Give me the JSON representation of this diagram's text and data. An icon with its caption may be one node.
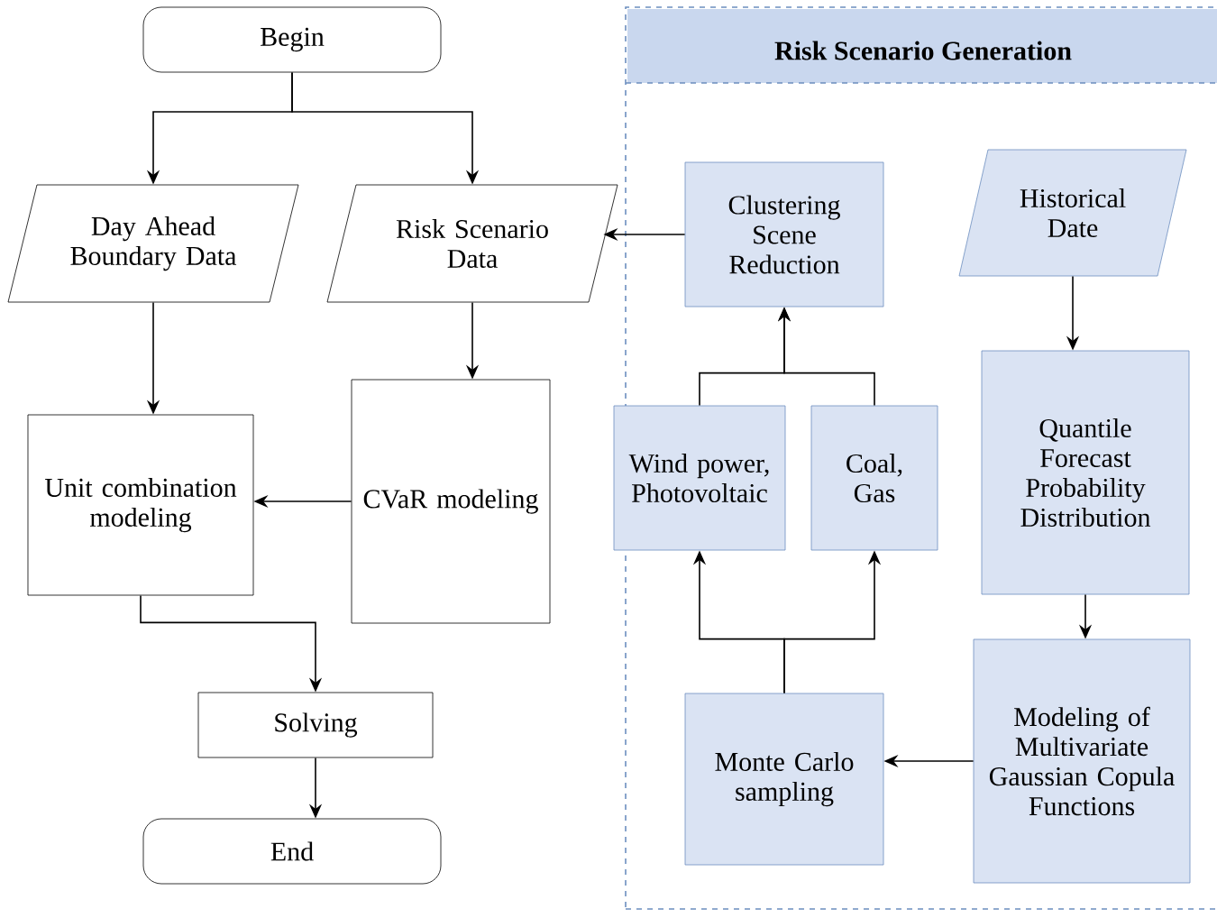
{
  "diagram": {
    "nodes": [
      {
        "text": [
          "Begin"
        ]
      },
      {
        "text": [
          "Day Ahead Boundary Data"
        ]
      },
      {
        "text": [
          "Risk Scenario Data"
        ]
      },
      {
        "text": [
          "Unit combination modeling"
        ]
      },
      {
        "text": [
          "CVaR modeling"
        ]
      },
      {
        "text": [
          "Solving"
        ]
      },
      {
        "text": [
          "End"
        ]
      },
      {
        "text": [
          "Risk Scenario Generation"
        ]
      },
      {
        "text": [
          "Clustering Scene Reduction"
        ],
        "in": 7
      },
      {
        "text": [
          "Historical Date"
        ],
        "in": 7
      },
      {
        "text": [
          "Wind power, Photovoltaic"
        ],
        "in": 7
      },
      {
        "text": [
          "Coal, Gas"
        ],
        "in": 7
      },
      {
        "text": [
          "Quantile Forecast Probability Distribution"
        ],
        "in": 7
      },
      {
        "text": [
          "Monte Carlo sampling"
        ],
        "in": 7
      },
      {
        "text": [
          "Modeling of Multivariate Gaussian Copula Functions"
        ],
        "in": 7
      }
    ],
    "edges": [
      {
        "from": 0,
        "to": 1,
        "arrow": "to"
      },
      {
        "from": 0,
        "to": 2,
        "arrow": "to"
      },
      {
        "from": 1,
        "to": 3,
        "arrow": "to"
      },
      {
        "from": 2,
        "to": 4,
        "arrow": "to"
      },
      {
        "from": 4,
        "to": 3,
        "arrow": "to"
      },
      {
        "from": 3,
        "to": 5,
        "arrow": "to"
      },
      {
        "from": 5,
        "to": 6,
        "arrow": "to"
      },
      {
        "from": 8,
        "to": 2,
        "arrow": "to"
      },
      {
        "from": 9,
        "to": 12,
        "arrow": "to"
      },
      {
        "from": 12,
        "to": 14,
        "arrow": "to"
      },
      {
        "from": 14,
        "to": 13,
        "arrow": "to"
      },
      {
        "from": 13,
        "to": 10,
        "arrow": "to"
      },
      {
        "from": 13,
        "to": 11,
        "arrow": "to"
      },
      {
        "from": 10,
        "to": 8,
        "arrow": "to"
      },
      {
        "from": 11,
        "to": 8,
        "arrow": "to"
      }
    ]
  }
}
